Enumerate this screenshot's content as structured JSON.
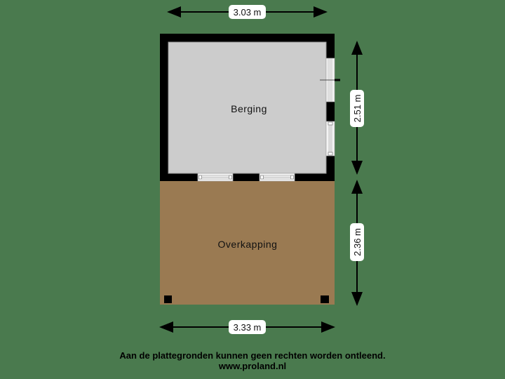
{
  "colors": {
    "background": "#4a7a4e",
    "wall": "#000000",
    "room_berging": "#cccccc",
    "room_overkapping": "#9a7a52",
    "window": "#f2f2f2",
    "dimension_line": "#000000",
    "dimension_label_bg": "#ffffff"
  },
  "rooms": [
    {
      "name": "Berging"
    },
    {
      "name": "Overkapping"
    }
  ],
  "dimensions": {
    "top_width": "3.03 m",
    "bottom_width": "3.33 m",
    "right_upper_height": "2.51 m",
    "right_lower_height": "2.36 m"
  },
  "footer": {
    "disclaimer": "Aan de plattegronden kunnen geen rechten worden ontleend.",
    "website": "www.proland.nl"
  }
}
